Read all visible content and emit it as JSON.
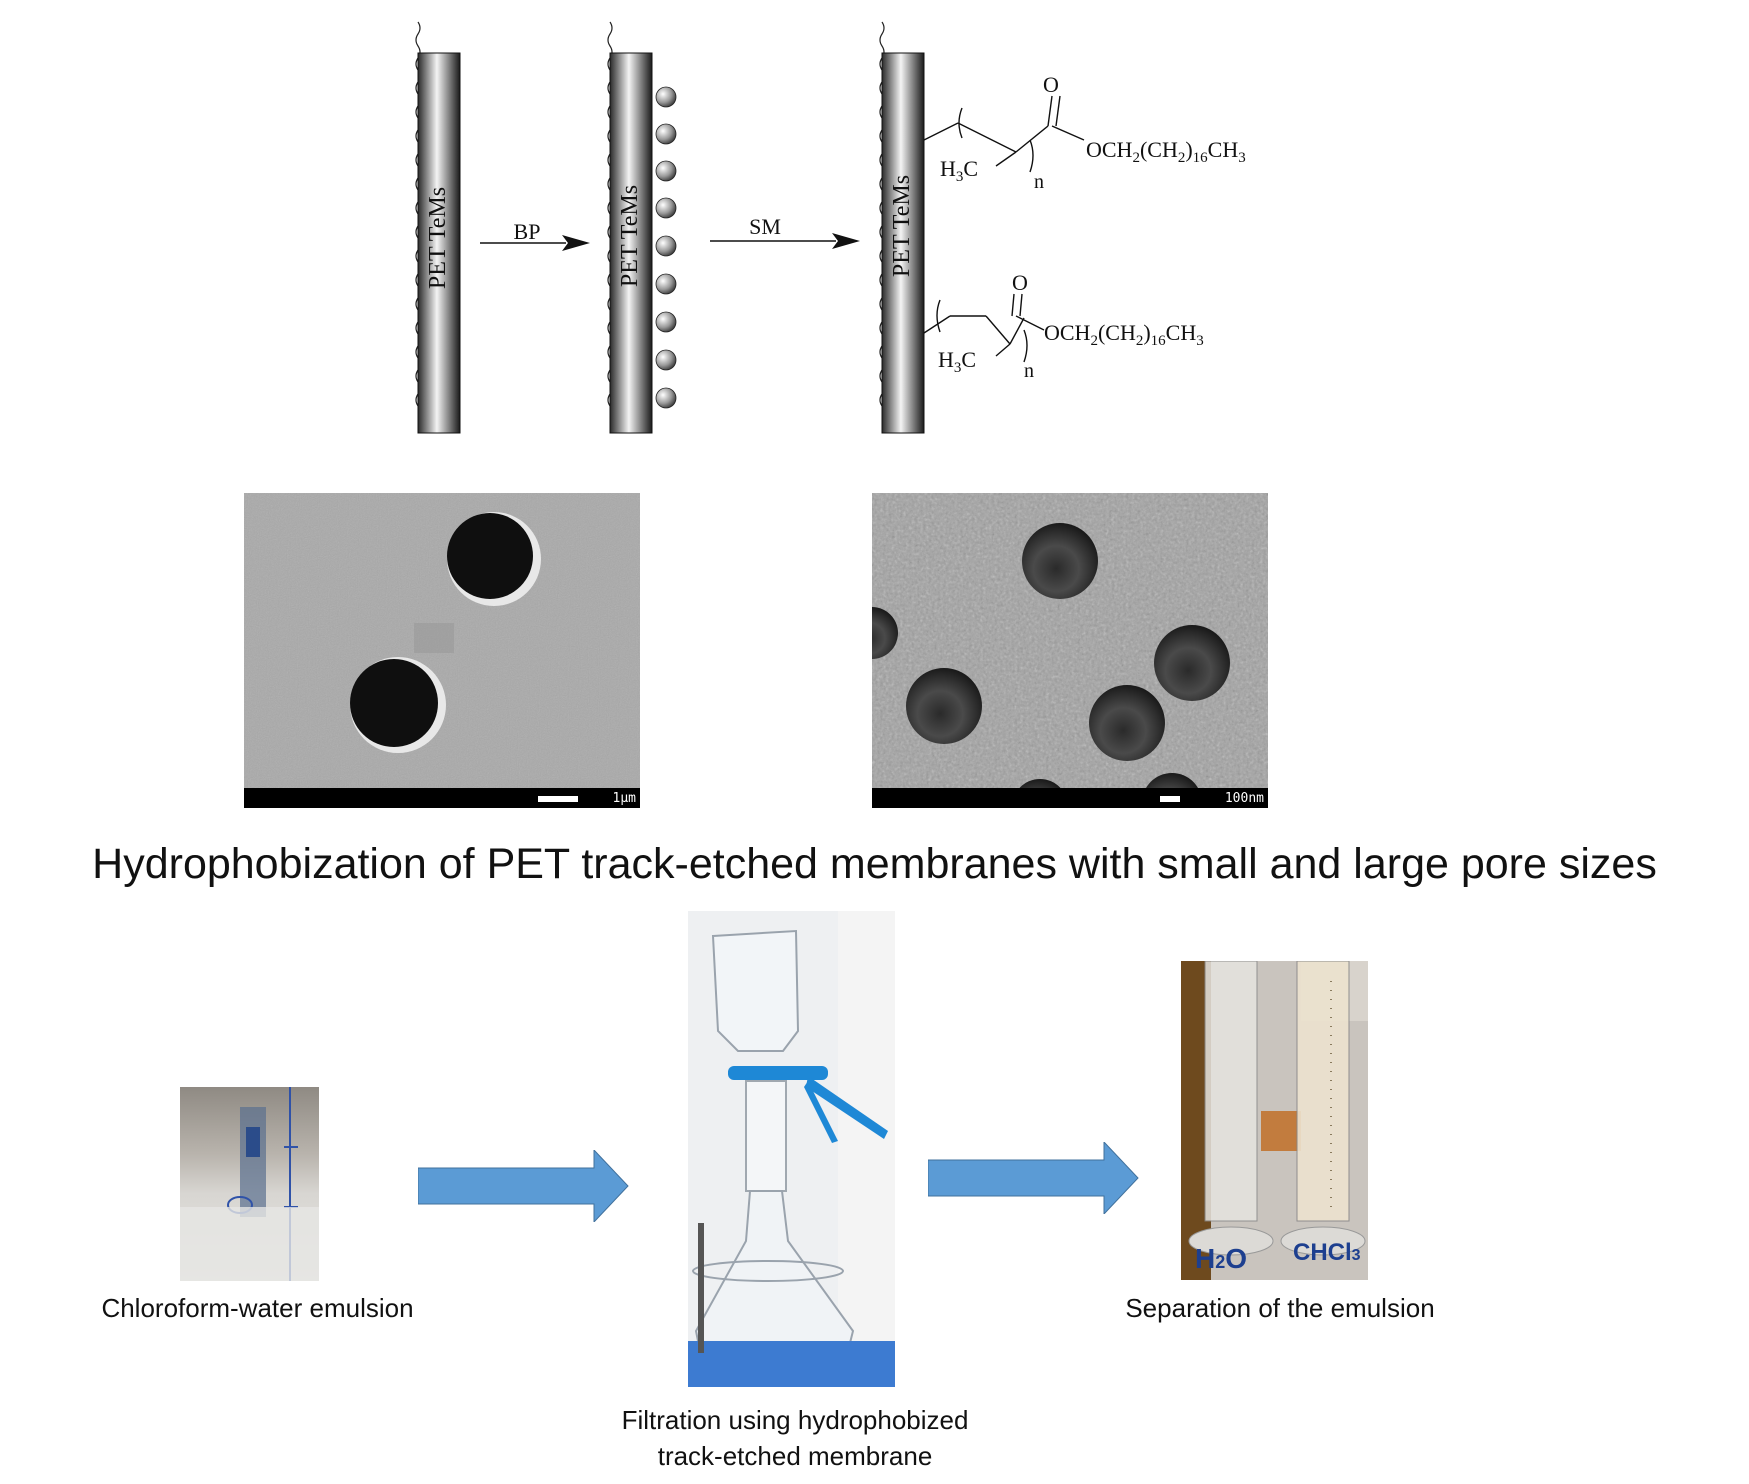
{
  "scheme": {
    "membrane_label": "PET TeMs",
    "step1_label": "BP",
    "step2_label": "SM",
    "chain_top": {
      "carbonyl_o": "O",
      "methyl": "H3C",
      "ester": "OCH2(CH2)16CH3",
      "repeat": "n"
    },
    "chain_bottom": {
      "carbonyl_o": "O",
      "methyl": "H3C",
      "ester": "OCH2(CH2)16CH3",
      "repeat": "n"
    }
  },
  "sem": {
    "left_scale": "1µm",
    "right_scale": "100nm"
  },
  "title": "Hydrophobization of PET track-etched membranes with small and large pore sizes",
  "process": {
    "step1_caption": "Chloroform-water emulsion",
    "step2_caption_line1": "Filtration using hydrophobized",
    "step2_caption_line2": "track-etched membrane",
    "step3_caption": "Separation of the emulsion",
    "label_water": "H2O",
    "label_chloroform": "CHCl3",
    "arrow_color": "#5b9bd5"
  }
}
